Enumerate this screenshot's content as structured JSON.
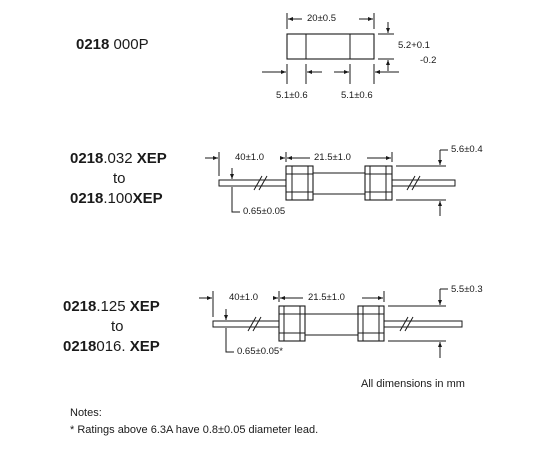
{
  "models": [
    {
      "part_bold": "0218",
      "part_rest": " 000P",
      "dims": {
        "body_length": "20±0.5",
        "cap_left": "5.1±0.6",
        "cap_right": "5.1±0.6",
        "diameter": "5.2+0.1",
        "diameter_tol": "-0.2"
      }
    },
    {
      "from_bold": "0218",
      "from_rest": ".032 ",
      "from_suffix": "XEP",
      "to_word": "to",
      "to_bold": "0218",
      "to_rest": ".100",
      "to_suffix": "XEP",
      "dims": {
        "lead_length": "40±1.0",
        "body_length": "21.5±1.0",
        "diameter": "5.6±0.4",
        "lead_dia": "0.65±0.05"
      }
    },
    {
      "from_bold": "0218",
      "from_rest": ".125 ",
      "from_suffix": "XEP",
      "to_word": "to",
      "to_bold": "0218",
      "to_rest": "016. ",
      "to_suffix": "XEP",
      "dims": {
        "lead_length": "40±1.0",
        "body_length": "21.5±1.0",
        "diameter": "5.5±0.3",
        "lead_dia": "0.65±0.05*"
      }
    }
  ],
  "units_note": "All dimensions in mm",
  "notes_title": "Notes:",
  "notes_line": "* Ratings above 6.3A have 0.8±0.05 diameter lead."
}
